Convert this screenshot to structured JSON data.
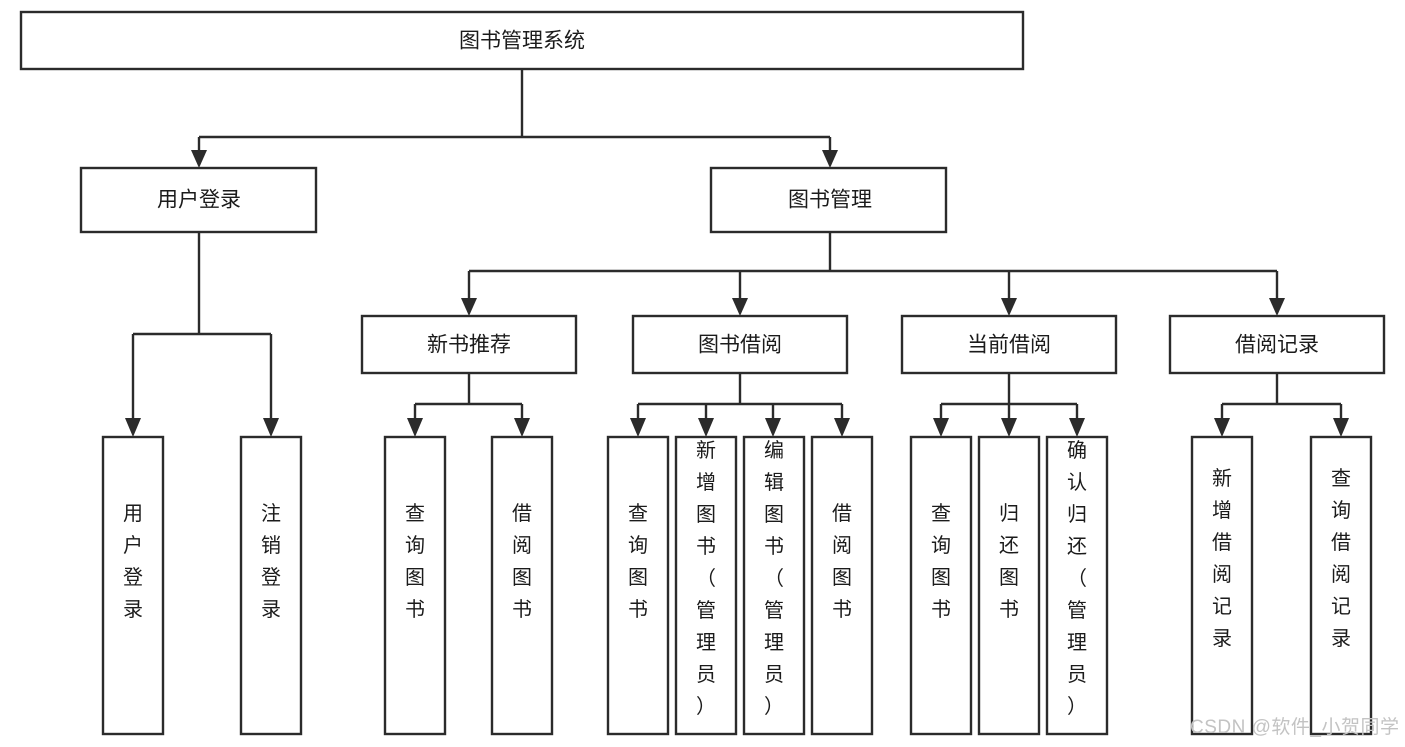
{
  "diagram": {
    "title": "图书管理系统",
    "type": "tree-hierarchy-chart",
    "root": {
      "id": "root",
      "label": "图书管理系统",
      "orientation": "horizontal"
    },
    "level2": [
      {
        "id": "user-login",
        "label": "用户登录",
        "orientation": "horizontal"
      },
      {
        "id": "book-manage",
        "label": "图书管理",
        "orientation": "horizontal"
      }
    ],
    "level3": [
      {
        "id": "new-book-recommend",
        "label": "新书推荐",
        "orientation": "horizontal"
      },
      {
        "id": "book-borrow",
        "label": "图书借阅",
        "orientation": "horizontal"
      },
      {
        "id": "current-borrow",
        "label": "当前借阅",
        "orientation": "horizontal"
      },
      {
        "id": "borrow-record",
        "label": "借阅记录",
        "orientation": "horizontal"
      }
    ],
    "leaves": {
      "user-login": [
        {
          "id": "leaf-user-login",
          "label": "用户登录",
          "orientation": "vertical"
        },
        {
          "id": "leaf-logout",
          "label": "注销登录",
          "orientation": "vertical"
        }
      ],
      "new-book-recommend": [
        {
          "id": "leaf-query-book-1",
          "label": "查询图书",
          "orientation": "vertical"
        },
        {
          "id": "leaf-borrow-book-1",
          "label": "借阅图书",
          "orientation": "vertical"
        }
      ],
      "book-borrow": [
        {
          "id": "leaf-query-book-2",
          "label": "查询图书",
          "orientation": "vertical"
        },
        {
          "id": "leaf-add-book",
          "label": "新增图书（管理员）",
          "orientation": "vertical"
        },
        {
          "id": "leaf-edit-book",
          "label": "编辑图书（管理员）",
          "orientation": "vertical"
        },
        {
          "id": "leaf-borrow-book-2",
          "label": "借阅图书",
          "orientation": "vertical"
        }
      ],
      "current-borrow": [
        {
          "id": "leaf-query-book-3",
          "label": "查询图书",
          "orientation": "vertical"
        },
        {
          "id": "leaf-return-book",
          "label": "归还图书",
          "orientation": "vertical"
        },
        {
          "id": "leaf-confirm-return",
          "label": "确认归还（管理员）",
          "orientation": "vertical"
        }
      ],
      "borrow-record": [
        {
          "id": "leaf-add-record",
          "label": "新增借阅记录",
          "orientation": "vertical"
        },
        {
          "id": "leaf-query-record",
          "label": "查询借阅记录",
          "orientation": "vertical"
        }
      ]
    },
    "colors": {
      "stroke": "#2b2b2b",
      "fill": "#ffffff",
      "text": "#1b1b1b",
      "watermark": "#c3c3c3",
      "background": "#ffffff"
    }
  },
  "watermark": {
    "label": "CSDN @软件_小贺同学"
  }
}
